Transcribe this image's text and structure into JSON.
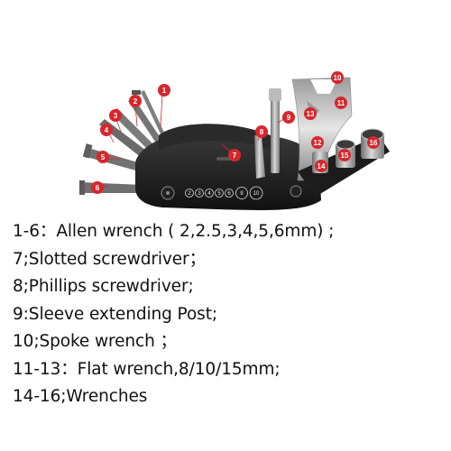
{
  "product": {
    "tool_numbers": [
      "1",
      "2",
      "3",
      "4",
      "5",
      "6",
      "7",
      "8",
      "9",
      "10",
      "11",
      "12",
      "13",
      "14",
      "15",
      "16"
    ],
    "body_markings": [
      "2",
      "3",
      "4",
      "5",
      "6",
      "8",
      "10"
    ],
    "tag_color": "#d7262c"
  },
  "specs": [
    "1-6：Allen wrench ( 2,2.5,3,4,5,6mm) ;",
    "7;Slotted screwdriver；",
    "8;Phillips screwdriver;",
    "9:Sleeve extending Post;",
    "10;Spoke wrench ；",
    "11-13：Flat wrench,8/10/15mm;",
    "14-16;Wrenches"
  ]
}
